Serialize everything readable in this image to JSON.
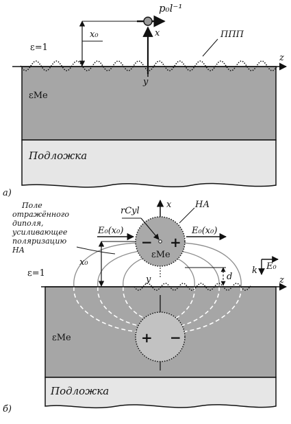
{
  "panel_a": {
    "label": "a)",
    "moment": "p₀l⁻¹",
    "x_axis": "x",
    "z_axis": "z",
    "y_axis": "y",
    "x0": "x₀",
    "eps_medium": "ε=1",
    "eps_metal": "εMe",
    "ppp": "ППП",
    "substrate": "Подложка"
  },
  "panel_b": {
    "label": "б)",
    "note_lines": [
      "Поле",
      "отражённого",
      "диполя,",
      "усиливающее",
      "поляризацию",
      "НА"
    ],
    "r_cyl": "rCyl",
    "x_axis": "x",
    "na": "НА",
    "e0_left": "E₀(x₀)",
    "e0_right": "E₀(x₀)",
    "eps_medium": "ε=1",
    "eps_metal": "εMe",
    "x0": "x₀",
    "y_axis": "y",
    "d": "d",
    "k": "k",
    "e0": "E₀",
    "z_axis": "z",
    "minus_top": "−",
    "plus_top": "+",
    "plus_bottom": "+",
    "minus_bottom": "−",
    "substrate": "Подложка"
  }
}
